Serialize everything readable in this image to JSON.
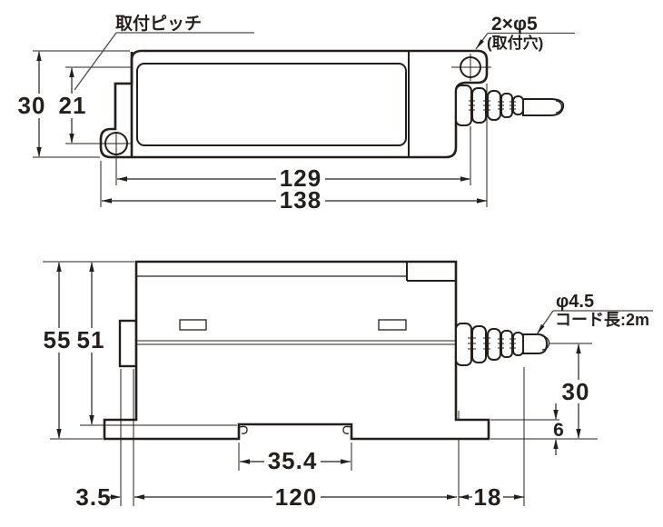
{
  "drawing": {
    "description": "mechanical dimension drawing, two orthographic views of a sensor amplifier unit with cable",
    "line_color": "#241f1b",
    "background": "#ffffff",
    "labels": {
      "mounting_pitch": "取付ピッチ",
      "hole_callout": "2×φ5",
      "hole_callout_note": "(取付穴)",
      "cable_dia": "φ4.5",
      "cable_length": "コード長:2m"
    },
    "top_view": {
      "height": "30",
      "hole_offset": "21",
      "hole_pitch": "129",
      "overall_length": "138"
    },
    "side_view": {
      "overall_height": "55",
      "body_height": "51",
      "din_channel_width": "35.4",
      "tab_offset": "3.5",
      "body_length": "120",
      "end_step": "18",
      "cable_center_height": "30",
      "foot_height": "6"
    }
  }
}
